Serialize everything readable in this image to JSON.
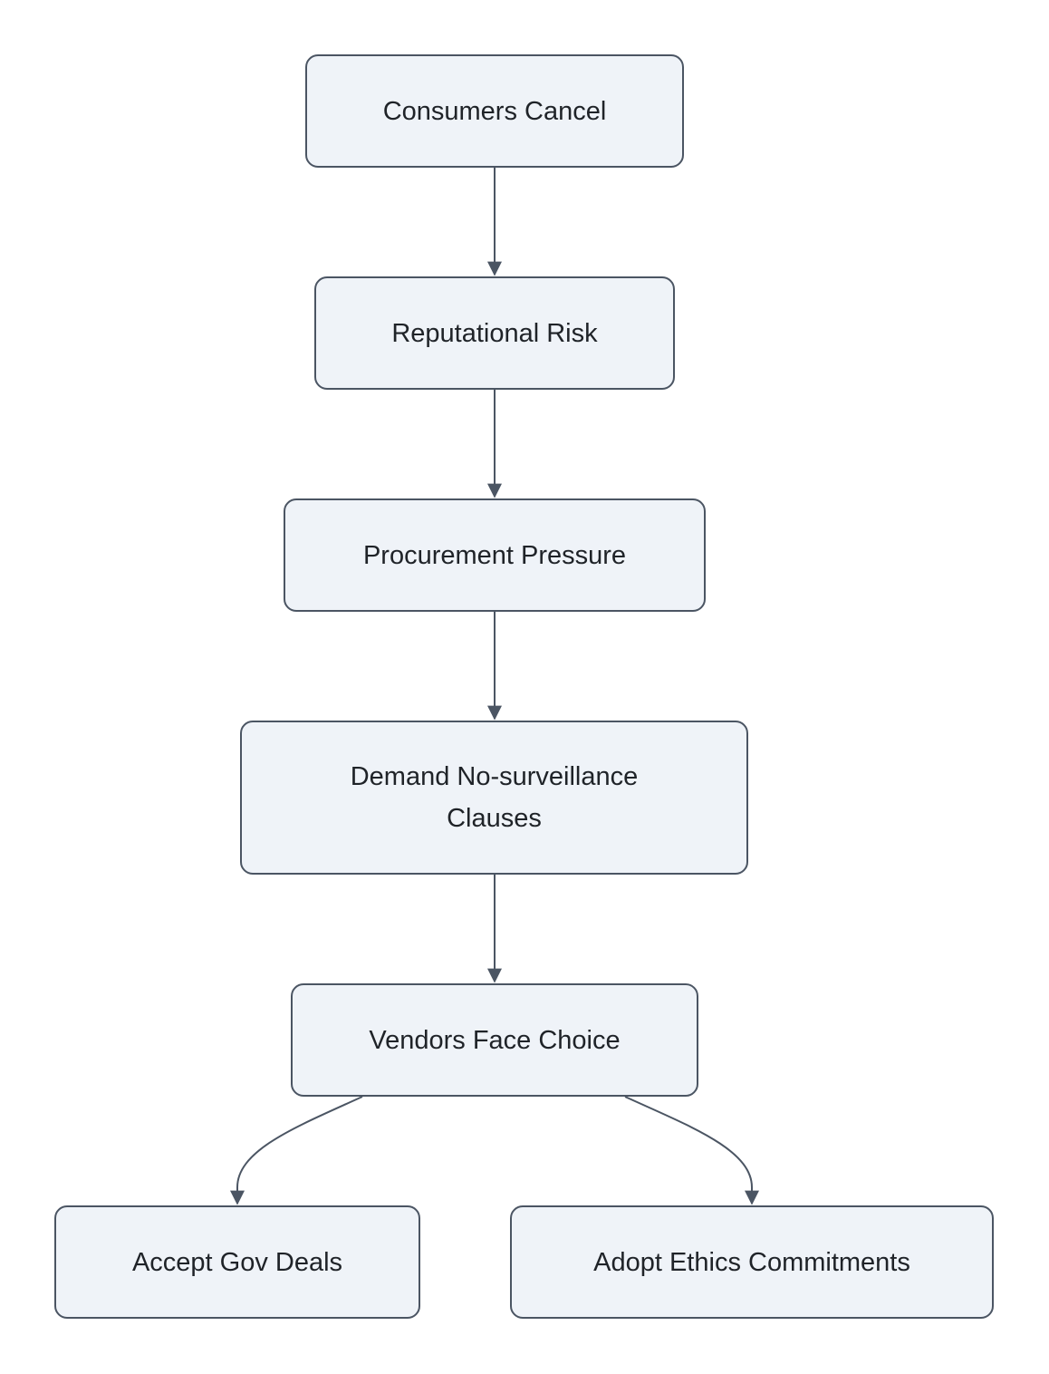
{
  "diagram": {
    "nodes": [
      {
        "id": "consumers_cancel",
        "label": "Consumers Cancel"
      },
      {
        "id": "reputational_risk",
        "label": "Reputational Risk"
      },
      {
        "id": "procurement_pressure",
        "label": "Procurement Pressure"
      },
      {
        "id": "demand_clauses",
        "label": "Demand No-surveillance Clauses"
      },
      {
        "id": "vendors_face_choice",
        "label": "Vendors Face Choice"
      },
      {
        "id": "accept_gov_deals",
        "label": "Accept Gov Deals"
      },
      {
        "id": "adopt_ethics",
        "label": "Adopt Ethics Commitments"
      }
    ],
    "edges": [
      {
        "from": "consumers_cancel",
        "to": "reputational_risk"
      },
      {
        "from": "reputational_risk",
        "to": "procurement_pressure"
      },
      {
        "from": "procurement_pressure",
        "to": "demand_clauses"
      },
      {
        "from": "demand_clauses",
        "to": "vendors_face_choice"
      },
      {
        "from": "vendors_face_choice",
        "to": "accept_gov_deals"
      },
      {
        "from": "vendors_face_choice",
        "to": "adopt_ethics"
      }
    ],
    "colors": {
      "node_fill": "#eff3f8",
      "node_border": "#4b5563",
      "edge": "#4b5563",
      "text": "#1f2328"
    }
  }
}
